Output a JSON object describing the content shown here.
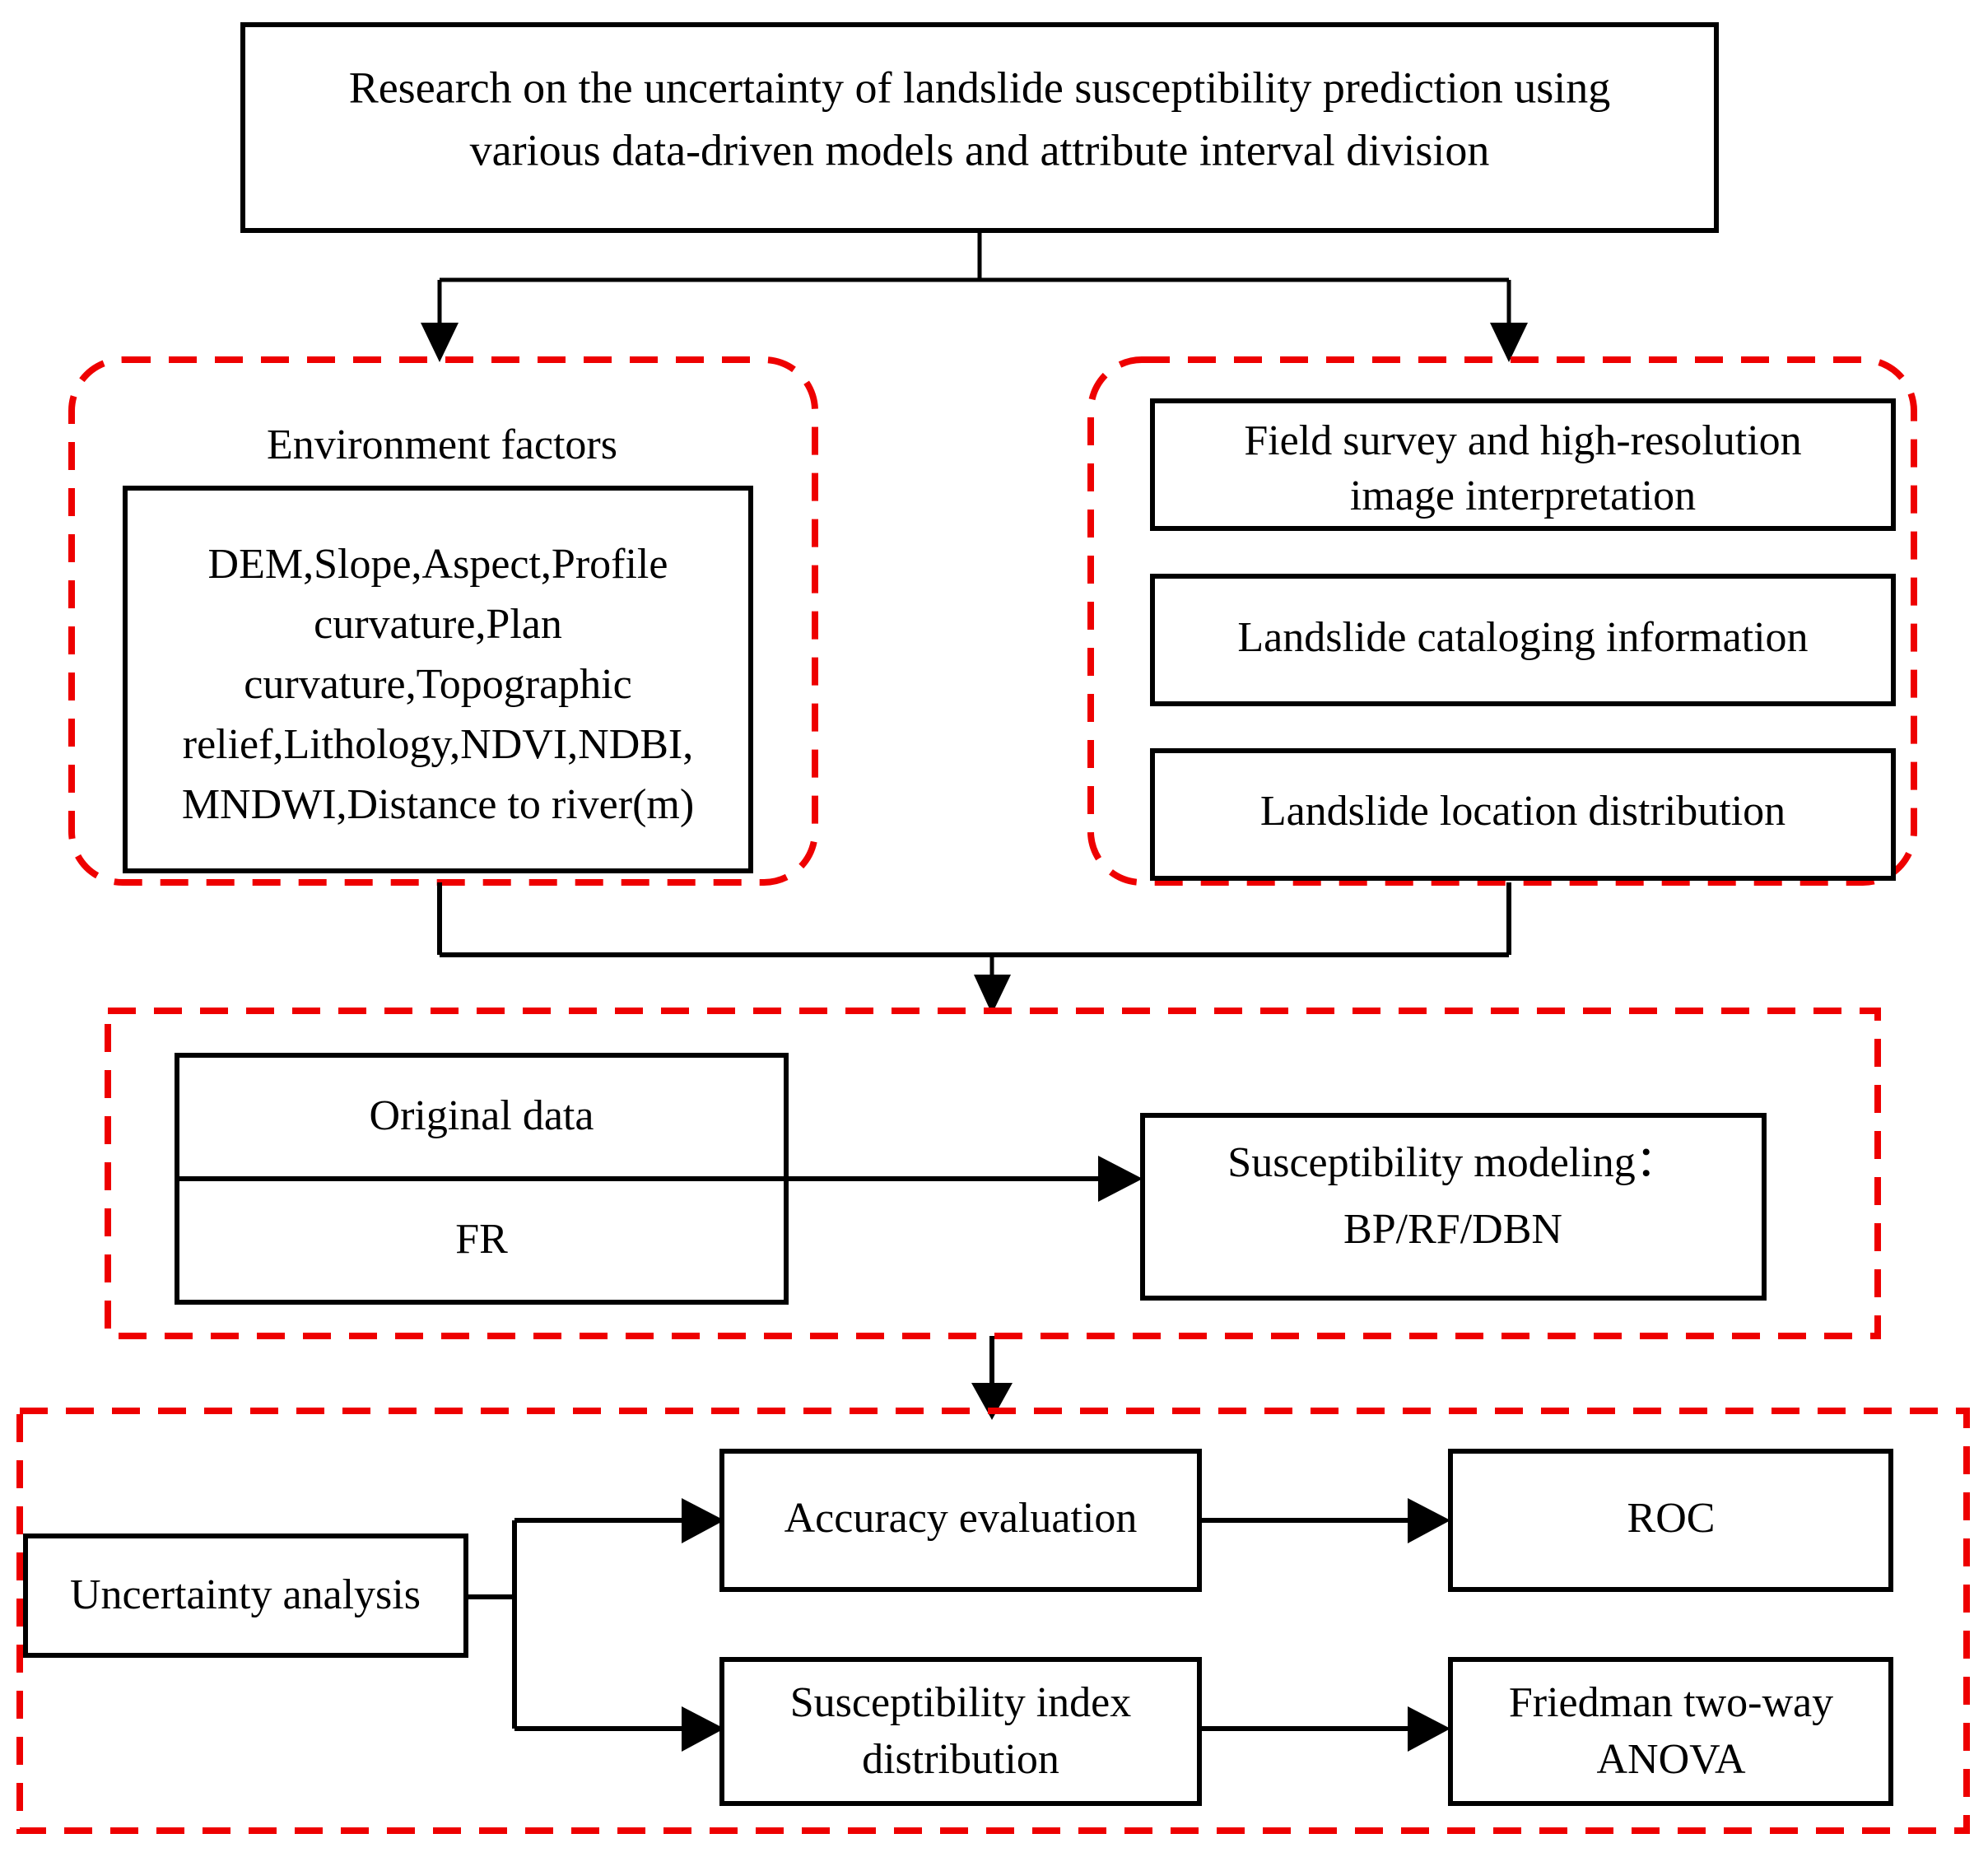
{
  "diagram": {
    "title_box": {
      "line1": "Research on the uncertainty of landslide susceptibility prediction using",
      "line2": "various data-driven models and attribute interval division"
    },
    "group_environment": {
      "heading": "Environment factors",
      "factors_box": {
        "line1": "DEM,Slope,Aspect,Profile",
        "line2": "curvature,Plan",
        "line3": "curvature,Topographic",
        "line4": "relief,Lithology,NDVI,NDBI,",
        "line5": "MNDWI,Distance to river(m)"
      }
    },
    "group_inventory": {
      "box1": {
        "line1": "Field survey and high-resolution",
        "line2": "image interpretation"
      },
      "box2": {
        "line1": "Landslide cataloging information"
      },
      "box3": {
        "line1": "Landslide location distribution"
      }
    },
    "group_modeling": {
      "data_box": {
        "top": "Original data",
        "bottom": "FR"
      },
      "model_box": {
        "line1": "Susceptibility modeling：",
        "line2": "BP/RF/DBN"
      }
    },
    "group_uncertainty": {
      "source_box": {
        "line1": "Uncertainty analysis"
      },
      "branch_top": {
        "line1": "Accuracy evaluation"
      },
      "branch_bottom": {
        "line1": "Susceptibility index",
        "line2": "distribution"
      },
      "result_top": {
        "line1": "ROC"
      },
      "result_bottom": {
        "line1": "Friedman two‑way",
        "line2": "ANOVA"
      }
    },
    "colors": {
      "group_outline": "#ee0000",
      "box_outline": "#000000",
      "text": "#000000",
      "background": "#ffffff"
    }
  }
}
